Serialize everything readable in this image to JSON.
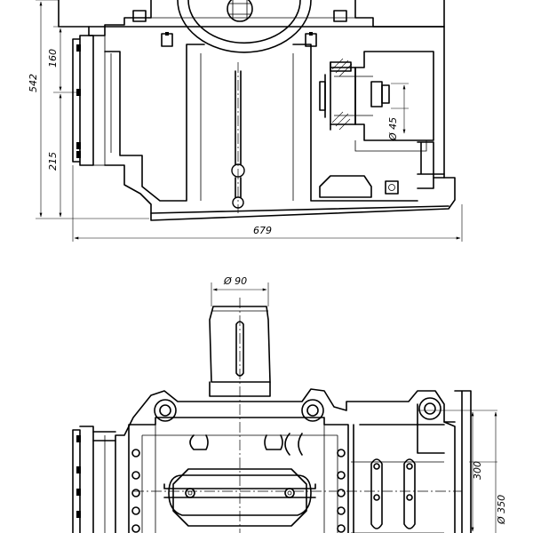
{
  "drawing": {
    "dimensions": {
      "overall_height": "542",
      "upper_height": "160",
      "lower_height": "215",
      "overall_length": "679",
      "bolt_diameter": "Ø 45",
      "shaft_diameter": "Ø 90",
      "flange_offset": "300",
      "flange_diameter": "Ø 350"
    }
  }
}
